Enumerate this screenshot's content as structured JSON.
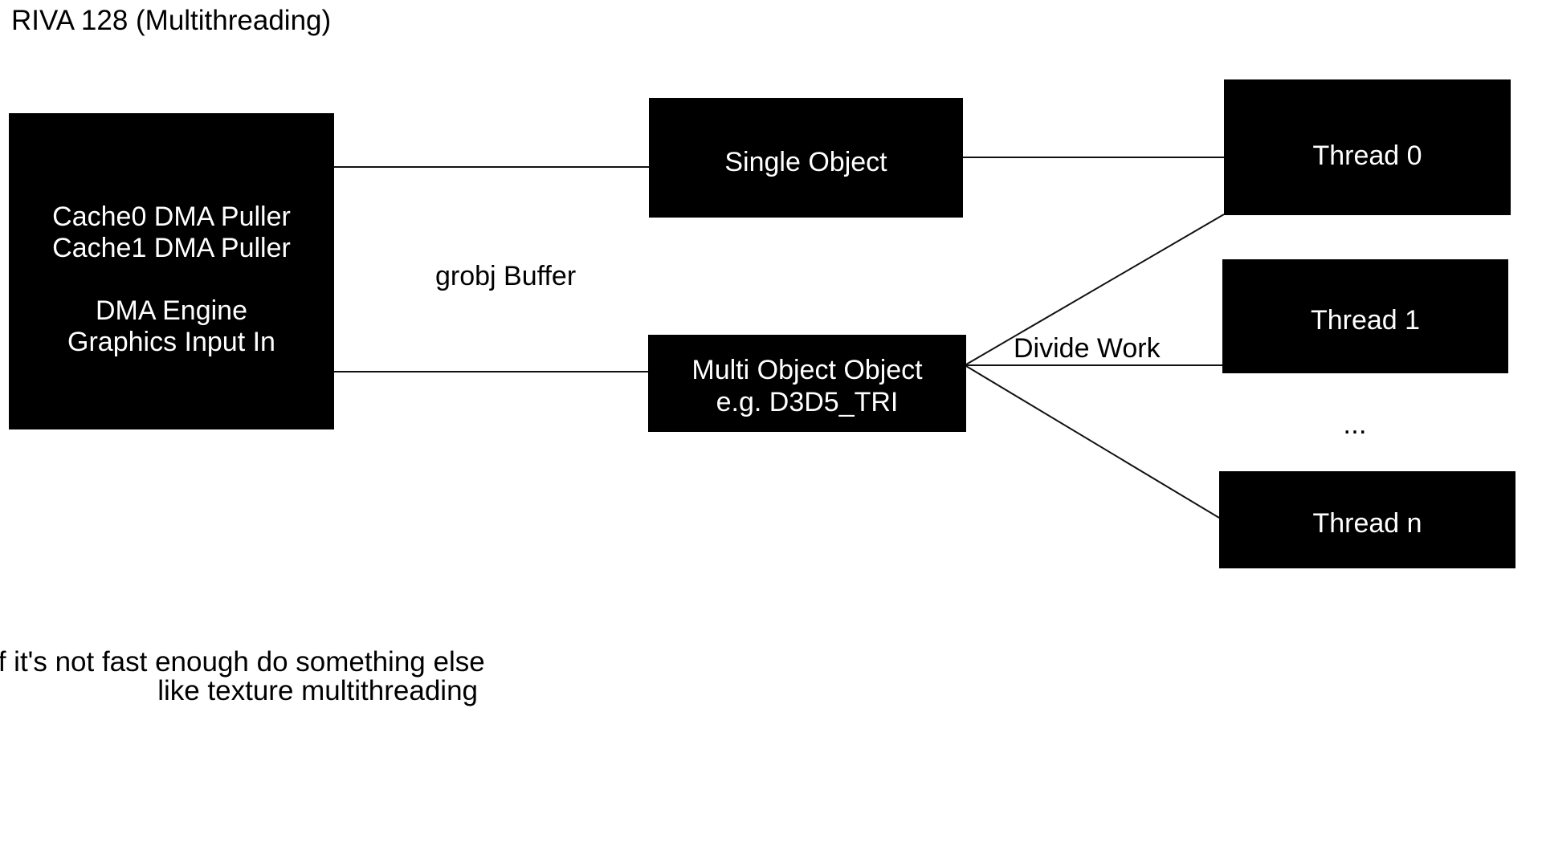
{
  "title": "RIVA 128 (Multithreading)",
  "colors": {
    "page_background": "#ffffff",
    "node_background": "#000000",
    "node_text": "#ffffff",
    "connector_line": "#111111",
    "label_text": "#000000"
  },
  "nodes": {
    "pipeline": {
      "lines": [
        "Cache0 DMA Puller",
        "Cache1 DMA Puller",
        "",
        "DMA Engine",
        "Graphics Input In"
      ]
    },
    "single_object": {
      "label": "Single Object"
    },
    "multi_object": {
      "lines": [
        "Multi Object Object",
        "e.g. D3D5_TRI"
      ]
    },
    "thread0": {
      "label": "Thread 0"
    },
    "thread1": {
      "label": "Thread 1"
    },
    "thread_n": {
      "label": "Thread n"
    }
  },
  "labels": {
    "grobj_buffer": "grobj Buffer",
    "divide_work": "Divide Work",
    "ellipsis": "...",
    "note_line1": "If it's not fast enough do something else",
    "note_line2": "like texture multithreading"
  }
}
